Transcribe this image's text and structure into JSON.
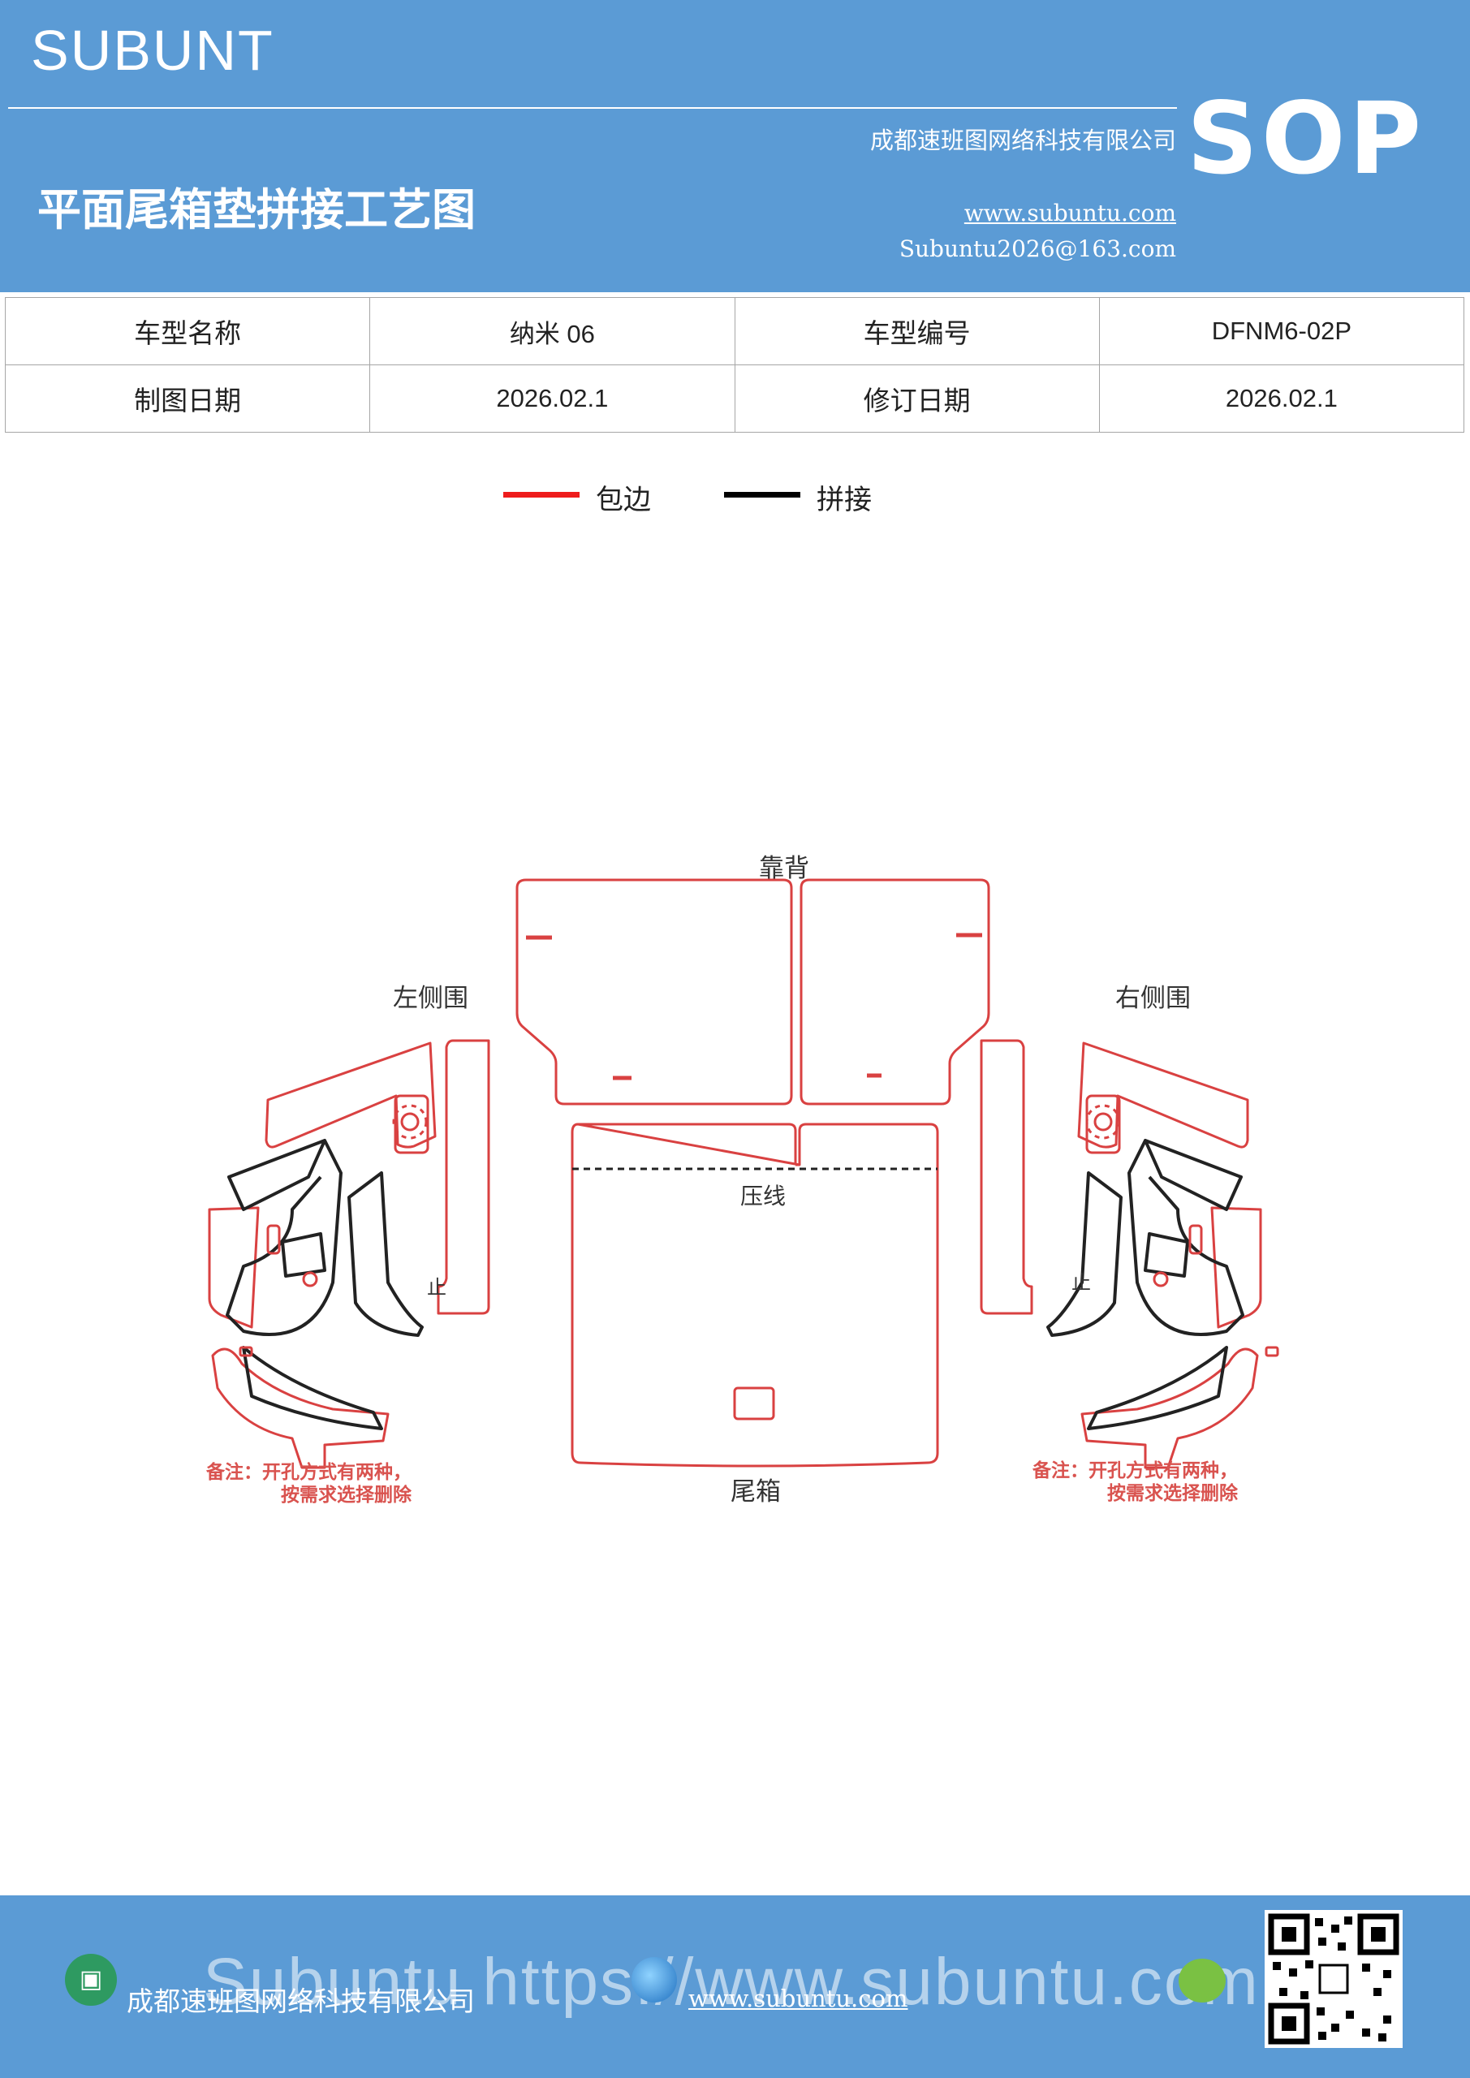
{
  "header": {
    "brand": "SUBUNT",
    "badge": "SOP",
    "company": "成都速班图网络科技有限公司",
    "title": "平面尾箱垫拼接工艺图",
    "website": "www.subuntu.com",
    "email": "Subuntu2026@163.com",
    "background_color": "#5b9bd5"
  },
  "info_table": {
    "rows": [
      [
        "车型名称",
        "纳米 06",
        "车型编号",
        "DFNM6-02P"
      ],
      [
        "制图日期",
        "2026.02.1",
        "修订日期",
        "2026.02.1"
      ]
    ]
  },
  "legend": {
    "items": [
      {
        "label": "包边",
        "color": "#ee1c1c"
      },
      {
        "label": "拼接",
        "color": "#000000"
      }
    ]
  },
  "diagram": {
    "labels": {
      "backrest": "靠背",
      "left_side": "左侧围",
      "right_side": "右侧围",
      "crease": "压线",
      "trunk": "尾箱",
      "left_stop": "止",
      "right_stop": "止"
    },
    "note_left": [
      "备注：开孔方式有两种，",
      "按需求选择删除"
    ],
    "note_right": [
      "备注：开孔方式有两种，",
      "按需求选择删除"
    ],
    "colors": {
      "edge": "#d94141",
      "seam": "#222222"
    }
  },
  "footer": {
    "company": "成都速班图网络科技有限公司",
    "watermark": "Subuntu https://www.subuntu.com",
    "website": "www.subuntu.com",
    "icons": [
      "building-icon",
      "globe-icon",
      "wechat-icon",
      "qr-code"
    ]
  }
}
